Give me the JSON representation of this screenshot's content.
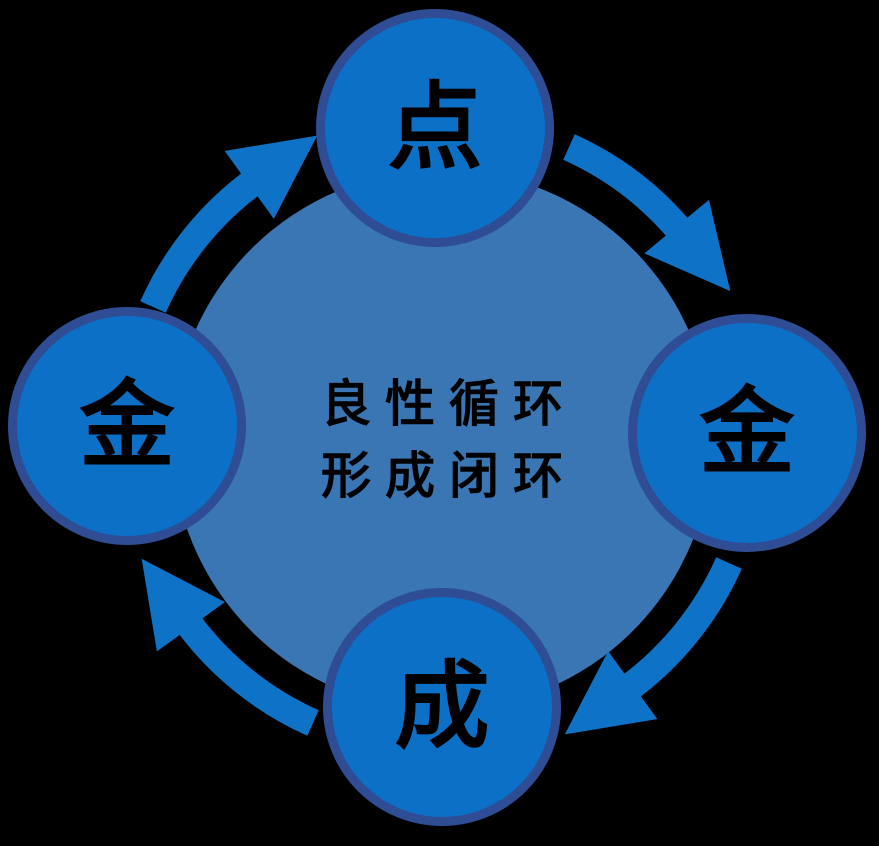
{
  "diagram": {
    "title": "cycle-diagram",
    "center": {
      "line1": "良性循环",
      "line2": "形成闭环"
    },
    "nodes": [
      {
        "position": "top",
        "label": "点"
      },
      {
        "position": "right",
        "label": "金"
      },
      {
        "position": "bottom",
        "label": "成"
      },
      {
        "position": "left",
        "label": "金"
      }
    ],
    "flow": "clockwise",
    "colors": {
      "background": "#000000",
      "center_circle": "#3A76B4",
      "node_fill": "#0B70C6",
      "node_border": "#2F4D94",
      "arrow": "#0E72C6",
      "text": "#000000"
    }
  }
}
